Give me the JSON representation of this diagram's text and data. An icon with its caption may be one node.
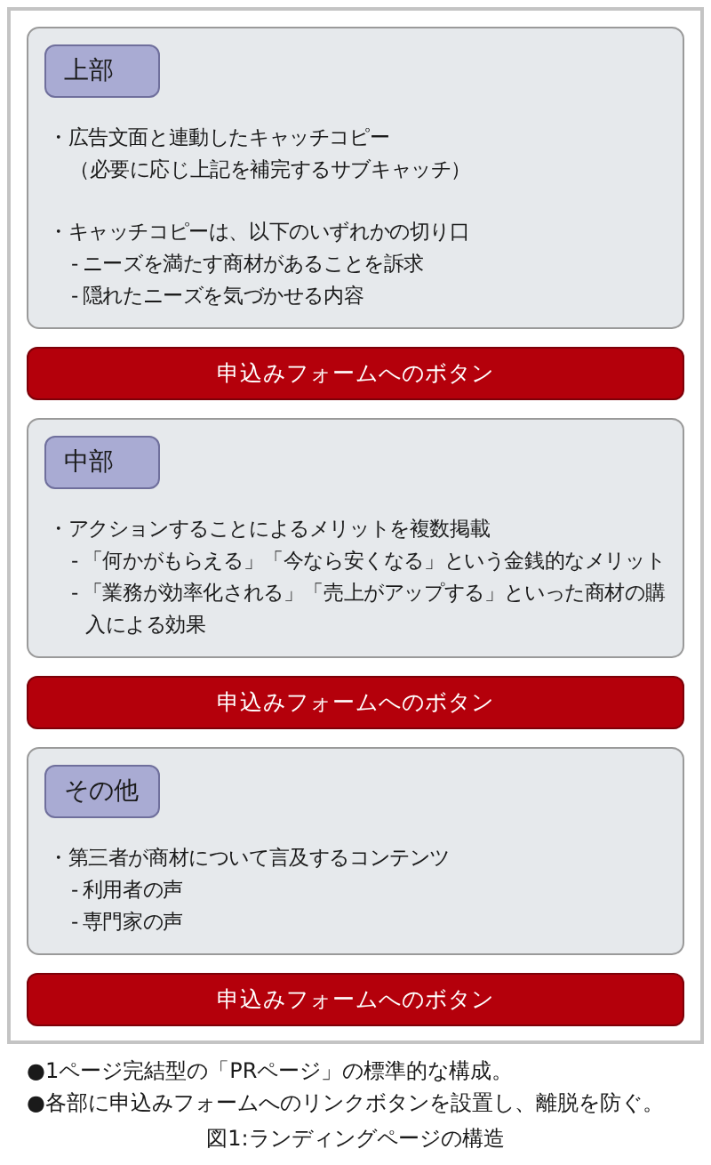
{
  "diagram": {
    "caption": "図1:ランディングページの構造",
    "nodes": [
      {
        "text": [],
        "shape": "box"
      },
      {
        "text": [
          "・広告文面と連動したキャッチコピー",
          "（必要に応じ上記を補完するサブキャッチ）",
          "・キャッチコピーは、以下のいずれかの切り口",
          "- ニーズを満たす商材があることを訴求",
          "- 隠れたニーズを気づかせる内容"
        ],
        "in": 0
      },
      {
        "text": [
          "上部"
        ],
        "in": 1
      },
      {
        "text": [
          "申込みフォームへのボタン"
        ],
        "in": 0
      },
      {
        "text": [
          "・アクションすることによるメリットを複数掲載",
          "- 「何かがもらえる」「今なら安くなる」という金銭的なメリット",
          "- 「業務が効率化される」「売上がアップする」といった商材の購入による効果"
        ],
        "in": 0
      },
      {
        "text": [
          "中部"
        ],
        "in": 4
      },
      {
        "text": [
          "申込みフォームへのボタン"
        ],
        "in": 0
      },
      {
        "text": [
          "・第三者が商材について言及するコンテンツ",
          "- 利用者の声",
          "- 専門家の声"
        ],
        "in": 0
      },
      {
        "text": [
          "その他"
        ],
        "in": 7
      },
      {
        "text": [
          "申込みフォームへのボタン"
        ],
        "in": 0
      }
    ],
    "labels": [
      "●1ページ完結型の「PRページ」の標準的な構成。",
      "●各部に申込みフォームへのリンクボタンを設置し、離脱を防ぐ。"
    ]
  }
}
